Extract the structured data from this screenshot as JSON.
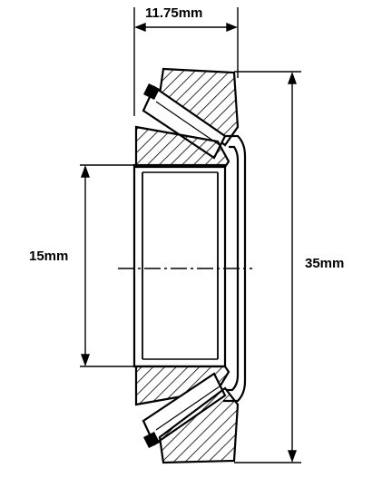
{
  "dimensions": {
    "width_label": "11.75mm",
    "bore_label": "15mm",
    "outer_label": "35mm"
  },
  "style": {
    "line_color": "#000000",
    "background": "#ffffff"
  }
}
